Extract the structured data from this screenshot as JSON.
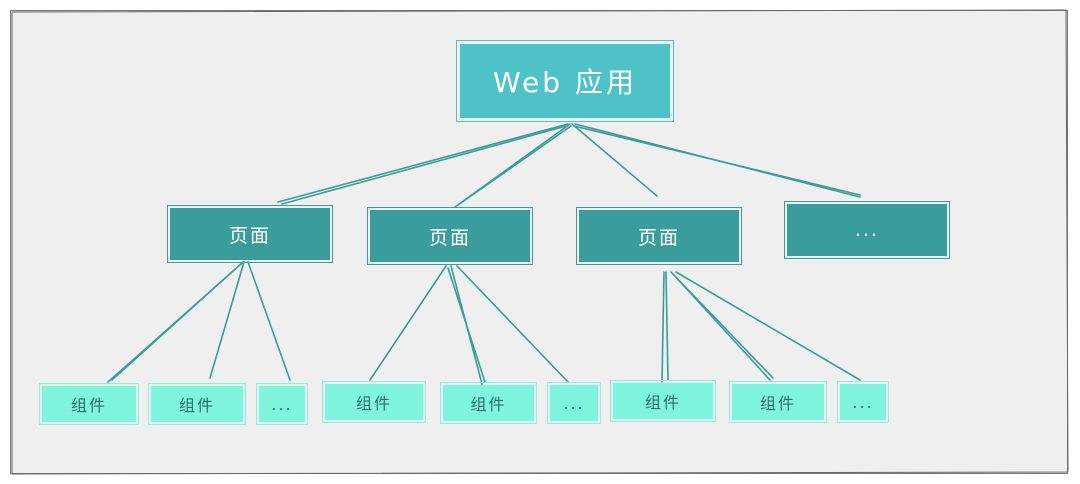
{
  "diagram": {
    "root": {
      "label": "Web 应用"
    },
    "pages": [
      {
        "label": "页面",
        "components": [
          "组件",
          "组件",
          "..."
        ]
      },
      {
        "label": "页面",
        "components": [
          "组件",
          "组件",
          "..."
        ]
      },
      {
        "label": "页面",
        "components": [
          "组件",
          "组件",
          "..."
        ]
      },
      {
        "label": "...",
        "components": []
      }
    ]
  },
  "colors": {
    "root": "#4ec3c7",
    "page": "#3a9c9b",
    "component": "#7ff5dd",
    "edge": "#3a9c9b",
    "background": "#efefef"
  }
}
